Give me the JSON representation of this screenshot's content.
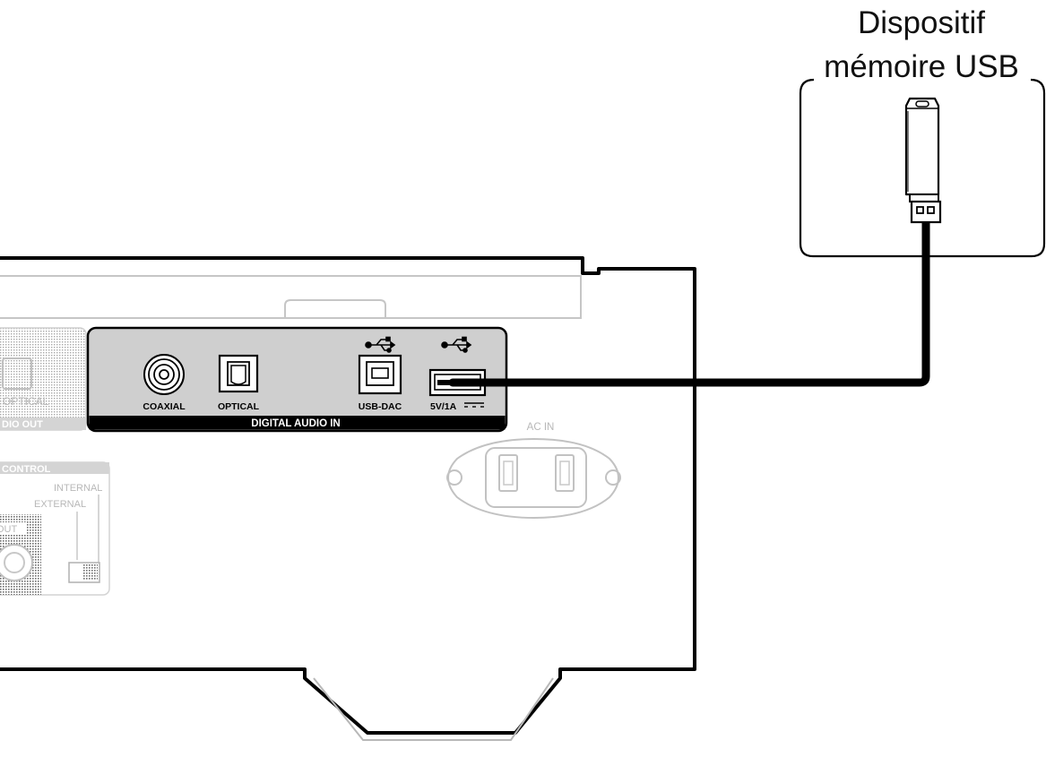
{
  "device": {
    "title_line1": "Dispositif",
    "title_line2": "mémoire USB"
  },
  "panel": {
    "section_label": "DIGITAL AUDIO IN",
    "ports": {
      "coaxial": "COAXIAL",
      "optical": "OPTICAL",
      "usb_dac": "USB-DAC",
      "usb_a": "5V/1A"
    },
    "ac_in": "AC IN"
  },
  "faded": {
    "optical_out": "OPTICAL",
    "audio_out": "DIO OUT",
    "control": "CONTROL",
    "internal": "INTERNAL",
    "external": "EXTERNAL",
    "out": "OUT"
  },
  "colors": {
    "line": "#000000",
    "faded": "#b8b8b8",
    "panel_bg": "#cfcfcf",
    "dotted": "#a0a0a0"
  }
}
